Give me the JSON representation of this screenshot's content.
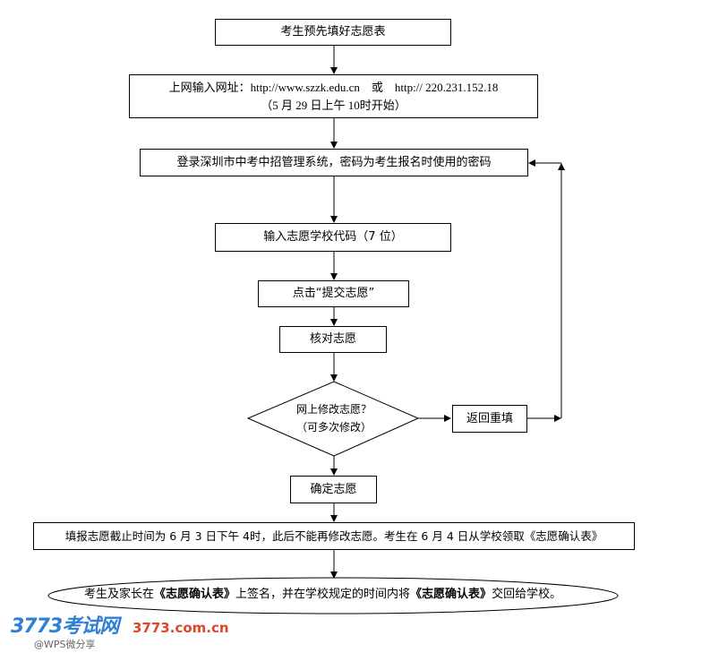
{
  "flowchart": {
    "step1": "考生预先填好志愿表",
    "step2_line1": "上网输入网址：http://www.szzk.edu.cn　或　http:// 220.231.152.18",
    "step2_line2": "（5 月 29 日上午 10时开始）",
    "step3": "登录深圳市中考中招管理系统，密码为考生报名时使用的密码",
    "step4": "输入志愿学校代码（7 位）",
    "step5": "点击“提交志愿”",
    "step6": "核对志愿",
    "decision_line1": "网上修改志愿？",
    "decision_line2": "（可多次修改）",
    "loop_box": "返回重填",
    "step7": "确定志愿",
    "step8": "填报志愿截止时间为 6 月 3 日下午 4时，此后不能再修改志愿。考生在 6 月 4 日从学校领取《志愿确认表》",
    "final": {
      "part1": "考生及家长在",
      "bold1": "《志愿确认表》",
      "part2": "上签名，并在学校规定的时间内将",
      "bold2": "《志愿确认表》",
      "part3": "交回给学校。"
    }
  },
  "watermark": {
    "logo_text": "3773考试网",
    "site": "3773.com.cn",
    "share": "@WPS微分享"
  },
  "colors": {
    "line": "#000000",
    "watermark_blue": "#2f7fd6",
    "watermark_red": "#e0452b"
  }
}
